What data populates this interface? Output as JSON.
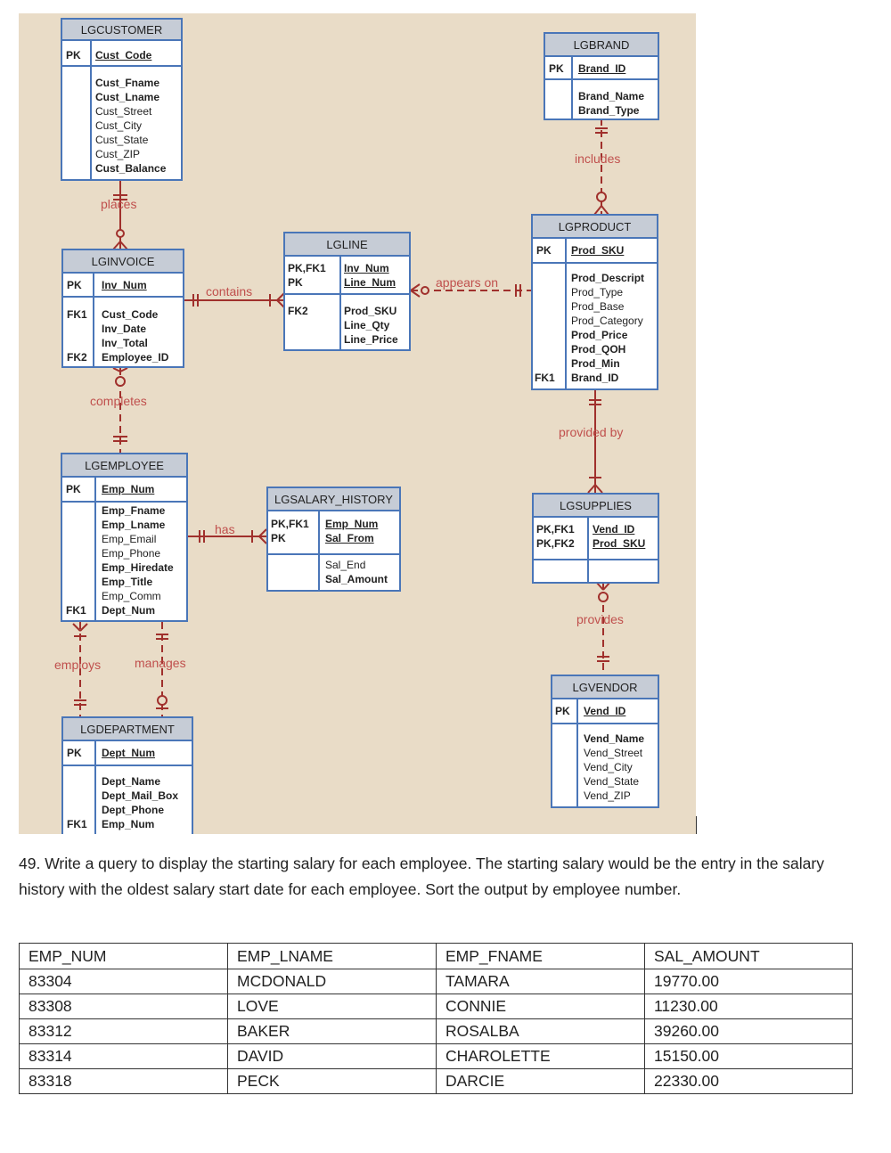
{
  "diagram": {
    "entities": {
      "lgcustomer": {
        "title": "LGCUSTOMER",
        "pk_label": "PK",
        "pk": "Cust_Code",
        "attrs": [
          {
            "t": "Cust_Fname",
            "b": true
          },
          {
            "t": "Cust_Lname",
            "b": true
          },
          {
            "t": "Cust_Street",
            "b": false
          },
          {
            "t": "Cust_City",
            "b": false
          },
          {
            "t": "Cust_State",
            "b": false
          },
          {
            "t": "Cust_ZIP",
            "b": false
          },
          {
            "t": "Cust_Balance",
            "b": true
          }
        ]
      },
      "lgbrand": {
        "title": "LGBRAND",
        "pk_label": "PK",
        "pk": "Brand_ID",
        "attrs": [
          {
            "t": "Brand_Name",
            "b": true
          },
          {
            "t": "Brand_Type",
            "b": true
          }
        ]
      },
      "lginvoice": {
        "title": "LGINVOICE",
        "pk_label": "PK",
        "pk": "Inv_Num",
        "fk1_label": "FK1",
        "fk2_label": "FK2",
        "attrs": [
          {
            "t": "Cust_Code",
            "b": true
          },
          {
            "t": "Inv_Date",
            "b": true
          },
          {
            "t": "Inv_Total",
            "b": true
          },
          {
            "t": "Employee_ID",
            "b": true
          }
        ]
      },
      "lgline": {
        "title": "LGLINE",
        "pk_labels": [
          "PK,FK1",
          "PK"
        ],
        "pks": [
          "Inv_Num",
          "Line_Num"
        ],
        "fk_label": "FK2",
        "attrs": [
          {
            "t": "Prod_SKU",
            "b": true
          },
          {
            "t": "Line_Qty",
            "b": true
          },
          {
            "t": "Line_Price",
            "b": true
          }
        ]
      },
      "lgproduct": {
        "title": "LGPRODUCT",
        "pk_label": "PK",
        "pk": "Prod_SKU",
        "fk_label": "FK1",
        "attrs": [
          {
            "t": "Prod_Descript",
            "b": true
          },
          {
            "t": "Prod_Type",
            "b": false
          },
          {
            "t": "Prod_Base",
            "b": false
          },
          {
            "t": "Prod_Category",
            "b": false
          },
          {
            "t": "Prod_Price",
            "b": true
          },
          {
            "t": "Prod_QOH",
            "b": true
          },
          {
            "t": "Prod_Min",
            "b": true
          },
          {
            "t": "Brand_ID",
            "b": true
          }
        ]
      },
      "lgemployee": {
        "title": "LGEMPLOYEE",
        "pk_label": "PK",
        "pk": "Emp_Num",
        "fk_label": "FK1",
        "attrs": [
          {
            "t": "Emp_Fname",
            "b": true
          },
          {
            "t": "Emp_Lname",
            "b": true
          },
          {
            "t": "Emp_Email",
            "b": false
          },
          {
            "t": "Emp_Phone",
            "b": false
          },
          {
            "t": "Emp_Hiredate",
            "b": true
          },
          {
            "t": "Emp_Title",
            "b": true
          },
          {
            "t": "Emp_Comm",
            "b": false
          },
          {
            "t": "Dept_Num",
            "b": true
          }
        ]
      },
      "lgsalary": {
        "title": "LGSALARY_HISTORY",
        "pk_labels": [
          "PK,FK1",
          "PK"
        ],
        "pks": [
          "Emp_Num",
          "Sal_From"
        ],
        "attrs": [
          {
            "t": "Sal_End",
            "b": false
          },
          {
            "t": "Sal_Amount",
            "b": true
          }
        ]
      },
      "lgsupplies": {
        "title": "LGSUPPLIES",
        "pk_labels": [
          "PK,FK1",
          "PK,FK2"
        ],
        "pks": [
          "Vend_ID",
          "Prod_SKU"
        ]
      },
      "lgdepartment": {
        "title": "LGDEPARTMENT",
        "pk_label": "PK",
        "pk": "Dept_Num",
        "fk_label": "FK1",
        "attrs": [
          {
            "t": "Dept_Name",
            "b": true
          },
          {
            "t": "Dept_Mail_Box",
            "b": true
          },
          {
            "t": "Dept_Phone",
            "b": true
          },
          {
            "t": "Emp_Num",
            "b": true
          }
        ]
      },
      "lgvendor": {
        "title": "LGVENDOR",
        "pk_label": "PK",
        "pk": "Vend_ID",
        "attrs": [
          {
            "t": "Vend_Name",
            "b": true
          },
          {
            "t": "Vend_Street",
            "b": false
          },
          {
            "t": "Vend_City",
            "b": false
          },
          {
            "t": "Vend_State",
            "b": false
          },
          {
            "t": "Vend_ZIP",
            "b": false
          }
        ]
      }
    },
    "relationships": {
      "places": "places",
      "contains": "contains",
      "appears_on": "appears on",
      "includes": "includes",
      "completes": "completes",
      "provided_by": "provided by",
      "has": "has",
      "provides": "provides",
      "employs": "employs",
      "manages": "manages"
    },
    "colors": {
      "background": "#e9dcc7",
      "entity_border": "#4a76b8",
      "entity_header": "#c6ccd6",
      "relationship": "#a0302c"
    }
  },
  "question": "49. Write a query to display the starting salary for each employee. The starting salary would be the entry in the salary history with the oldest salary start date for each employee. Sort the output by employee number.",
  "result_table": {
    "headers": [
      "EMP_NUM",
      "EMP_LNAME",
      "EMP_FNAME",
      "SAL_AMOUNT"
    ],
    "rows": [
      [
        "83304",
        "MCDONALD",
        "TAMARA",
        "19770.00"
      ],
      [
        "83308",
        "LOVE",
        "CONNIE",
        "11230.00"
      ],
      [
        "83312",
        "BAKER",
        "ROSALBA",
        "39260.00"
      ],
      [
        "83314",
        "DAVID",
        "CHAROLETTE",
        "15150.00"
      ],
      [
        "83318",
        "PECK",
        "DARCIE",
        "22330.00"
      ]
    ]
  }
}
